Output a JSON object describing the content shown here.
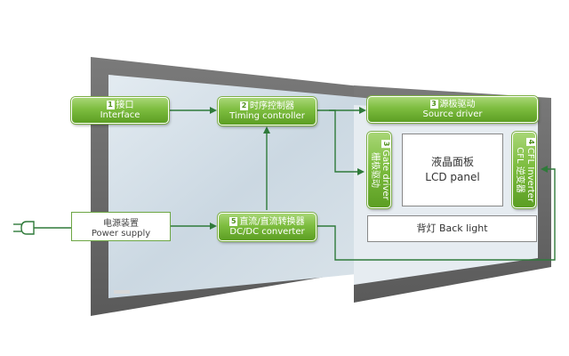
{
  "blocks": {
    "interface": {
      "num": "1",
      "cn": "接口",
      "en": "Interface"
    },
    "timing": {
      "num": "2",
      "cn": "时序控制器",
      "en": "Timing  controller"
    },
    "source": {
      "num": "3",
      "cn": "源极驱动",
      "en": "Source driver"
    },
    "gate": {
      "num": "3",
      "en": "Gate driver",
      "cn": "栅极驱动"
    },
    "inverter": {
      "num": "4",
      "en": "CFL Inverter",
      "cn": "CFL 逆变器"
    },
    "converter": {
      "num": "5",
      "cn": "直流/直流转换器",
      "en": "DC/DC converter"
    },
    "power": {
      "cn": "电源装置",
      "en": "Power supply"
    },
    "lcd": {
      "cn": "液晶面板",
      "en": "LCD panel"
    },
    "backlight": {
      "text": "背灯 Back light"
    }
  },
  "colors": {
    "block_green": "#7dbd3f",
    "line_green": "#2f7a3a",
    "bezel_gray": "#6f6f6f",
    "screen_blue": "#cfdbe5"
  }
}
